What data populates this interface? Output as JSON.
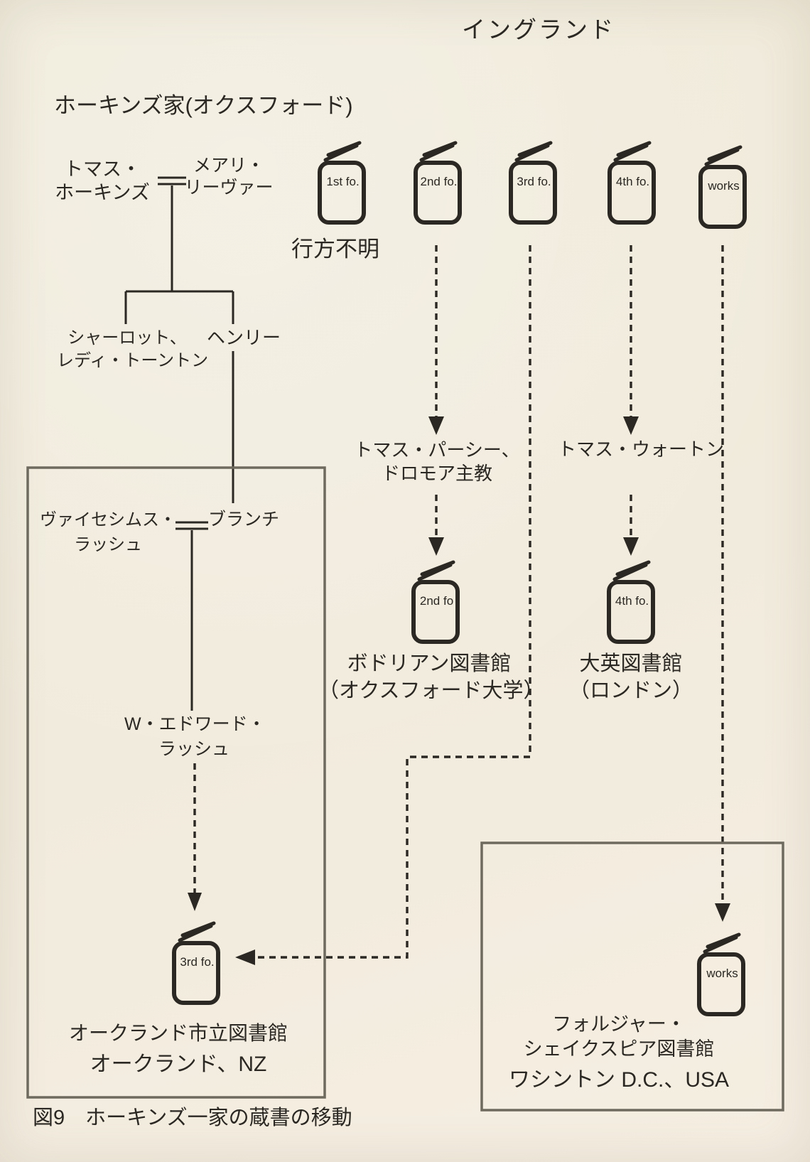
{
  "region_title": "イングランド",
  "family_heading": "ホーキンズ家(オクスフォード)",
  "generation1": {
    "husband": [
      "トマス・",
      "ホーキンズ"
    ],
    "wife": [
      "メアリ・",
      "リーヴァー"
    ]
  },
  "missing_label": "行方不明",
  "children": {
    "daughter": [
      "シャーロット、",
      "レディ・トーントン"
    ],
    "son": "ヘンリー"
  },
  "generation2": {
    "husband": [
      "ヴァイセシムス・",
      "ラッシュ"
    ],
    "wife": "ブランチ"
  },
  "generation3": [
    "W・エドワード・",
    "ラッシュ"
  ],
  "recipients": {
    "percy": [
      "トマス・パーシー、",
      "ドロモア主教"
    ],
    "warton": "トマス・ウォートン"
  },
  "books": {
    "first": "1st fo.",
    "second": "2nd fo.",
    "third": "3rd fo.",
    "fourth": "4th fo.",
    "works": "works",
    "bodleian_copy": "2nd fo",
    "british_copy": "4th fo.",
    "auckland_copy": "3rd fo.",
    "folger_copy": "works"
  },
  "libraries": {
    "bodleian": [
      "ボドリアン図書館",
      "（オクスフォード大学）"
    ],
    "british": [
      "大英図書館",
      "（ロンドン）"
    ],
    "auckland": [
      "オークランド市立図書館",
      "オークランド、NZ"
    ],
    "folger": [
      "フォルジャー・",
      "シェイクスピア図書館",
      "ワシントン D.C.、USA"
    ]
  },
  "caption": "図9　ホーキンズ一家の蔵書の移動",
  "colors": {
    "paper": "#f0ebdc",
    "ink": "#2b2823",
    "box_border": "#6f6a5e"
  }
}
